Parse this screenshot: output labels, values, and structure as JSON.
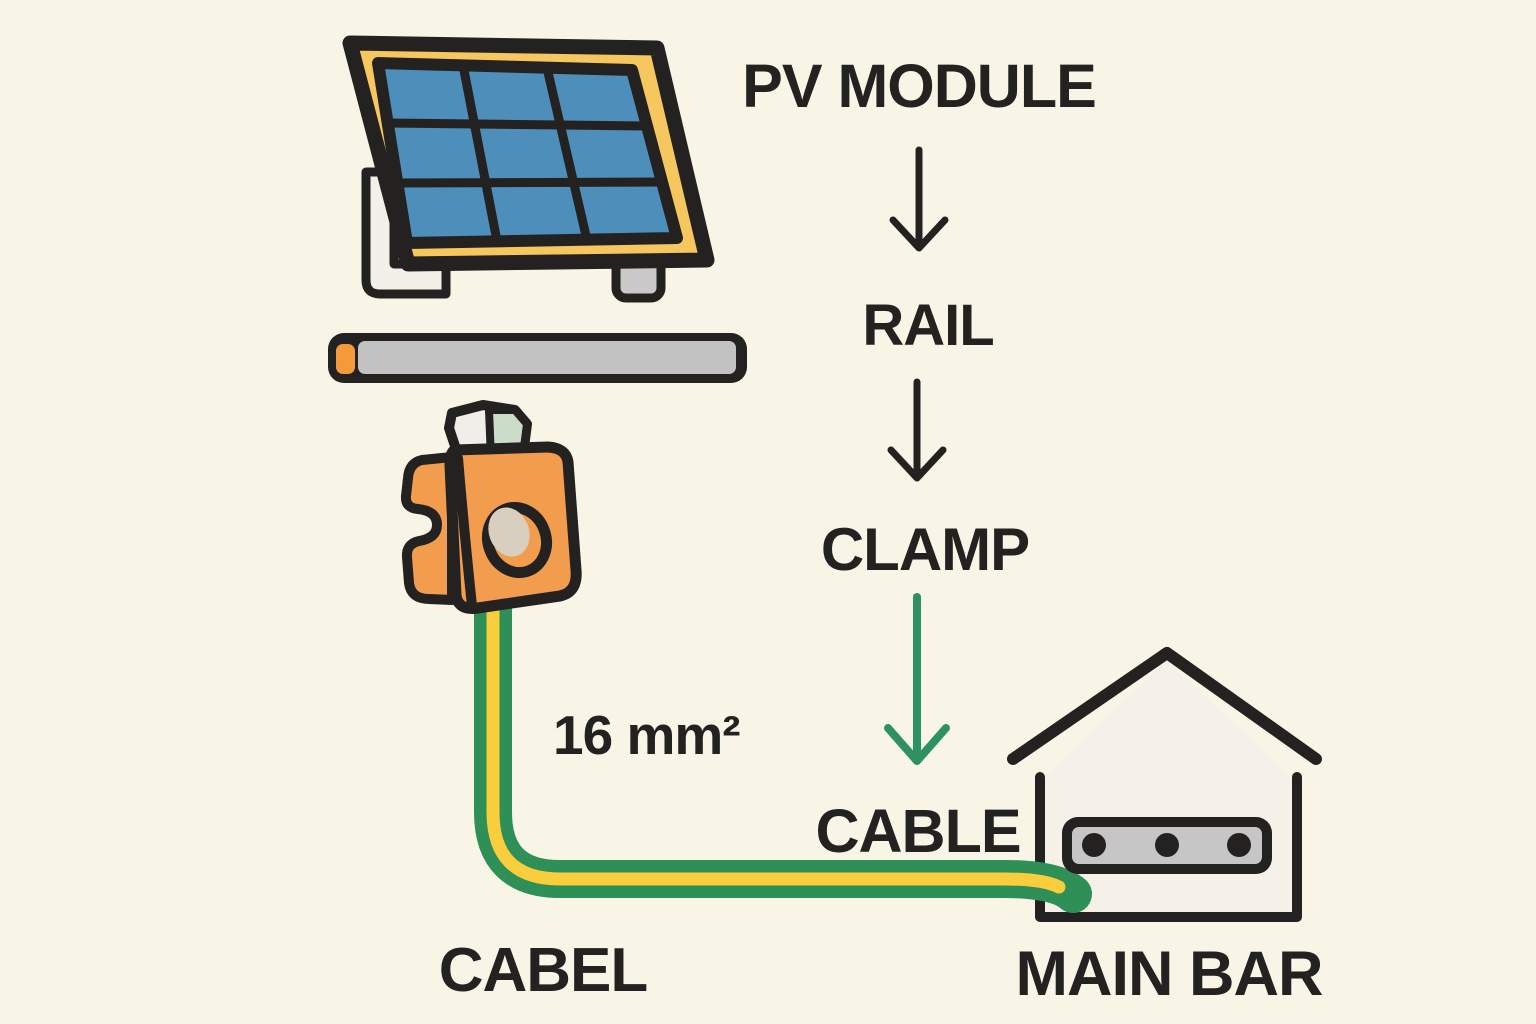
{
  "labels": {
    "pv_module": "PV MODULE",
    "rail": "RAIL",
    "clamp": "CLAMP",
    "cable": "CABLE",
    "cable_size": "16 mm²",
    "cabel": "CABEL",
    "main_bar": "MAIN BAR"
  },
  "colors": {
    "background": "#F9F5E6",
    "ink": "#232220",
    "panel_frame": "#F6C75F",
    "panel_cell": "#4D8FBA",
    "stand": "#F2F0E9",
    "foot": "#C9C9C9",
    "rail": "#C2C2C2",
    "rail_cap": "#F59A3B",
    "clamp_orange": "#F29C4D",
    "bolt_face": "#EFEEE8",
    "bolt_side": "#CBDCC9",
    "hole_beige": "#D9CFC0",
    "cable_green": "#2E8F57",
    "cable_yellow": "#F8CE3C",
    "arrow_green": "#2E9161",
    "house_fill": "#F5F1E8",
    "busbar_gray": "#C6C6C6"
  }
}
